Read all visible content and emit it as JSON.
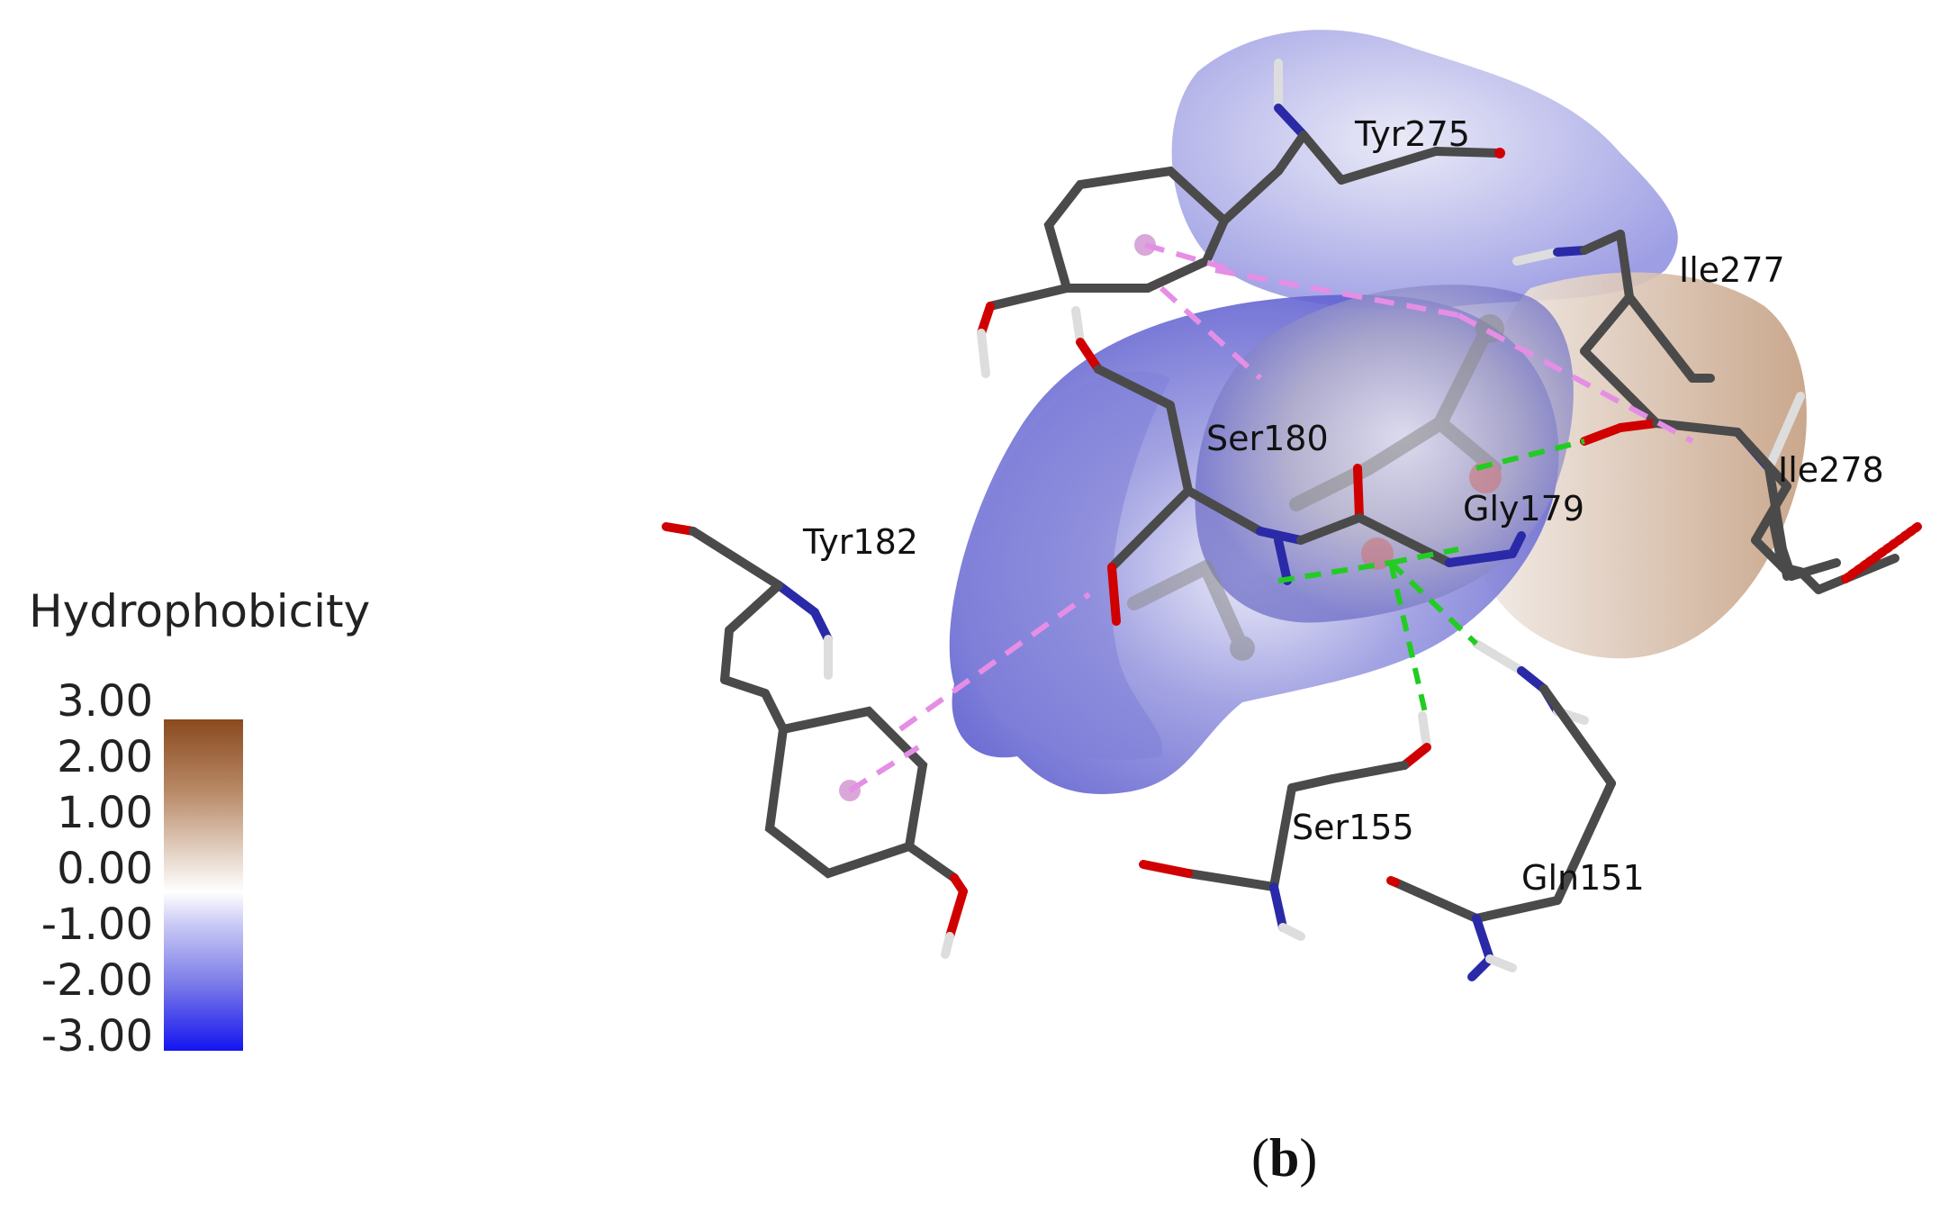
{
  "legend": {
    "title": "Hydrophobicity",
    "ticks": [
      "3.00",
      "2.00",
      "1.00",
      "0.00",
      "-1.00",
      "-2.00",
      "-3.00"
    ]
  },
  "residues": {
    "tyr275": "Tyr275",
    "ile277": "Ile277",
    "ser180": "Ser180",
    "ile278": "Ile278",
    "gly179": "Gly179",
    "tyr182": "Tyr182",
    "ser155": "Ser155",
    "gln151": "Gln151"
  },
  "panel": {
    "open": "(",
    "letter": "b",
    "close": ")"
  },
  "colors": {
    "stick": "#4a4a4a",
    "oxygen": "#d00000",
    "nitrogen": "#2a2aa8",
    "hydrogen": "#dddddd",
    "h_bond": "#22cc22",
    "pi_interaction": "#e58ee5",
    "surface_hydrophilic": "#6f6fd6",
    "surface_hydrophobic": "#c49e80"
  }
}
